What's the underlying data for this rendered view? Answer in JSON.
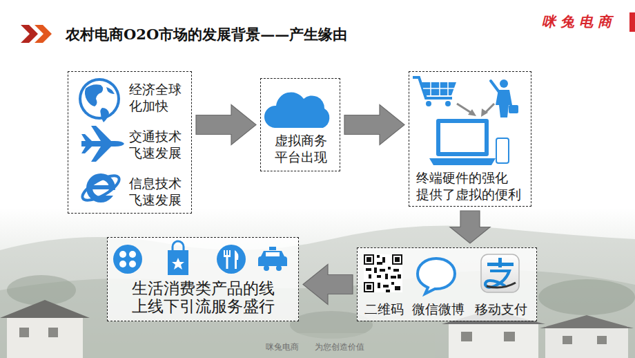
{
  "diagram": {
    "title": "农村电商O2O市场的发展背景——产生缘由",
    "nodes": [
      {
        "text": [
          "经济全球 化加快",
          "交通技术 飞速发展",
          "信息技术 飞速发展"
        ]
      },
      {
        "text": [
          "虚拟商务 平台出现"
        ]
      },
      {
        "text": [
          "终端硬件的强化 提供了虚拟的便利"
        ]
      },
      {
        "text": [
          "二维码",
          "微信微博",
          "移动支付"
        ]
      },
      {
        "text": [
          "生活消费类产品的线 上线下引流服务盛行"
        ]
      }
    ],
    "edges": [
      {
        "from": 0,
        "to": 1,
        "arrow": "to"
      },
      {
        "from": 1,
        "to": 2,
        "arrow": "to"
      },
      {
        "from": 2,
        "to": 3,
        "arrow": "to"
      },
      {
        "from": 3,
        "to": 4,
        "arrow": "to"
      }
    ],
    "labels": [
      "咪 兔 电 商",
      "咪兔电商",
      "为您创造价值"
    ]
  }
}
